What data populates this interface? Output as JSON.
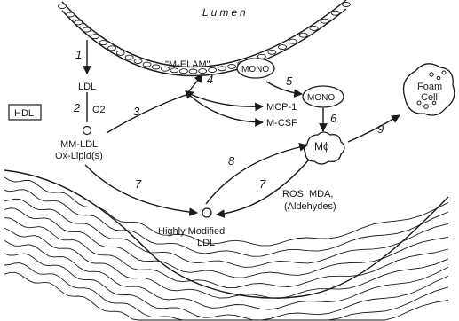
{
  "diagram": {
    "labels": {
      "lumen": "Lumen",
      "hdl": "HDL",
      "ldl": "LDL",
      "o2": "O2",
      "mm_ldl": "MM-LDL",
      "ox_lipid": "Ox-Lipid(s)",
      "m_elam": "\"M-ELAM\"",
      "mono_top": "MONO",
      "mono_mid": "MONO",
      "mcp1": "MCP-1",
      "mcsf": "M-CSF",
      "macrophage": "Mϕ",
      "foam_line1": "Foam",
      "foam_line2": "Cell",
      "ros_line1": "ROS, MDA,",
      "ros_line2": "(Aldehydes)",
      "hm_line1": "Highly Modified",
      "hm_line2": "LDL"
    },
    "steps": [
      "1",
      "2",
      "3",
      "4",
      "5",
      "6",
      "7",
      "7",
      "8",
      "9"
    ],
    "colors": {
      "ink": "#1a1a1a",
      "paper": "#ffffff"
    }
  }
}
